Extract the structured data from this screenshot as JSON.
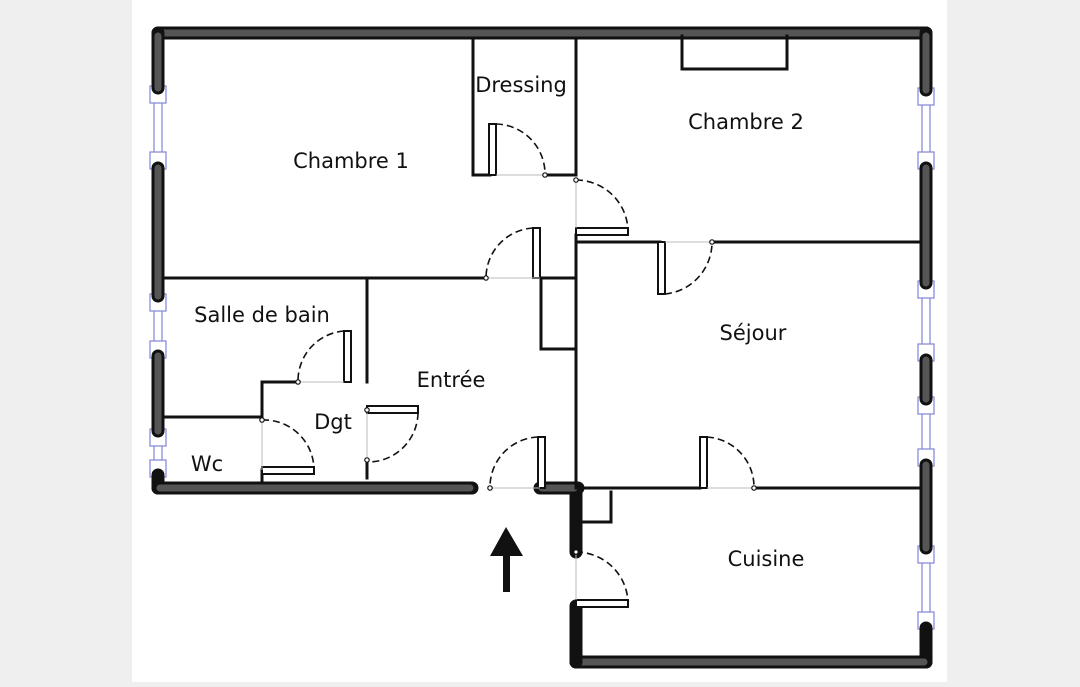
{
  "plan": {
    "rooms": {
      "chambre1": "Chambre 1",
      "dressing": "Dressing",
      "chambre2": "Chambre 2",
      "salle_de_bain": "Salle de bain",
      "entree": "Entrée",
      "dgt": "Dgt",
      "wc": "Wc",
      "sejour": "Séjour",
      "cuisine": "Cuisine"
    },
    "colors": {
      "walls": "#111111",
      "windows": "#8a8fd6",
      "paper": "#ffffff",
      "background": "#efefef"
    },
    "icons": {
      "entrance": "arrow-up-icon"
    }
  }
}
